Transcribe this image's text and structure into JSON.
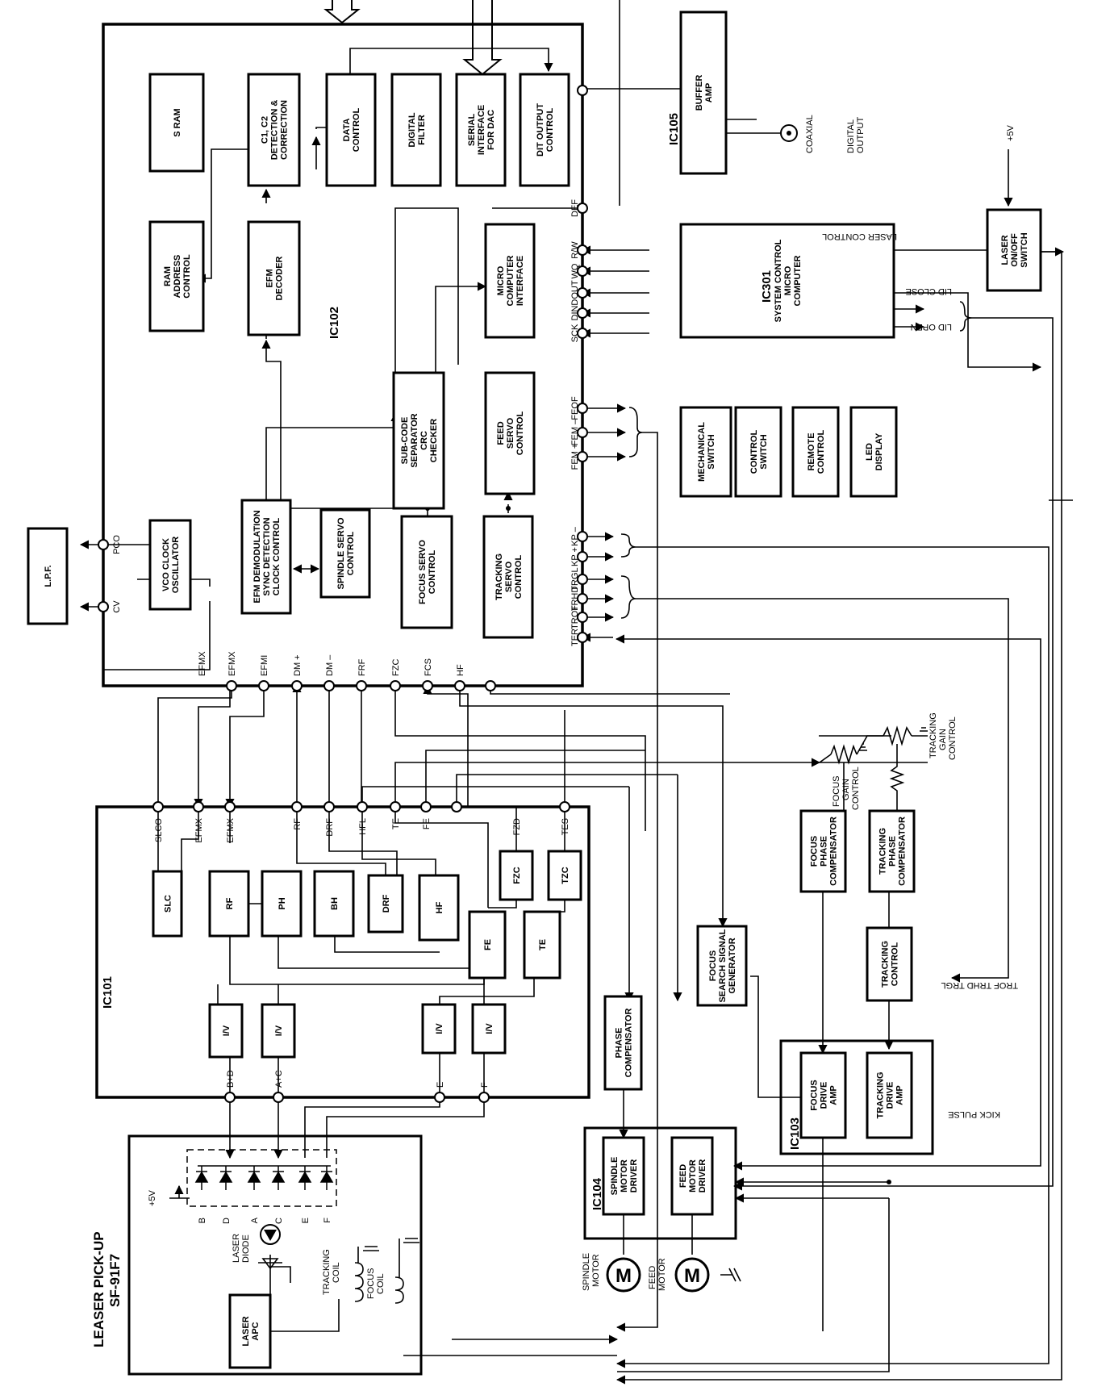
{
  "blocks": [
    {
      "id": "lpf",
      "lines": [
        "L.P.F."
      ]
    },
    {
      "id": "vco",
      "lines": [
        "VCO CLOCK",
        "OSCILLATOR"
      ]
    },
    {
      "id": "efm_demod",
      "lines": [
        "EFM DEMODULATION",
        "SYNC DETECTION",
        "CLOCK CONTROL"
      ]
    },
    {
      "id": "spindle_servo",
      "lines": [
        "SPINDLE SERVO",
        "CONTROL"
      ]
    },
    {
      "id": "focus_servo",
      "lines": [
        "FOCUS SERVO",
        "CONTROL"
      ]
    },
    {
      "id": "tracking_servo",
      "lines": [
        "TRACKING",
        "SERVO",
        "CONTROL"
      ]
    },
    {
      "id": "sram",
      "lines": [
        "S RAM"
      ]
    },
    {
      "id": "ram_addr",
      "lines": [
        "RAM",
        "ADDRESS",
        "CONTROL"
      ]
    },
    {
      "id": "c1c2",
      "lines": [
        "C1, C2",
        "DETECTION &",
        "CORRECTION"
      ]
    },
    {
      "id": "efm_dec",
      "lines": [
        "EFM",
        "DECODER"
      ]
    },
    {
      "id": "data_ctrl",
      "lines": [
        "DATA",
        "CONTROL"
      ]
    },
    {
      "id": "dig_filter",
      "lines": [
        "DIGITAL",
        "FILTER"
      ]
    },
    {
      "id": "serial_dac",
      "lines": [
        "SERIAL",
        "INTERFACE",
        "FOR DAC"
      ]
    },
    {
      "id": "dit",
      "lines": [
        "DIT OUTPUT",
        "CONTROL"
      ]
    },
    {
      "id": "subcode",
      "lines": [
        "SUB-CODE",
        "SEPARATOR",
        "CRC",
        "CHECKER"
      ]
    },
    {
      "id": "micro_if",
      "lines": [
        "MICRO",
        "COMPUTER",
        "INTERFACE"
      ]
    },
    {
      "id": "feed_servo",
      "lines": [
        "FEED",
        "SERVO",
        "CONTROL"
      ]
    },
    {
      "id": "buffer",
      "lines": [
        "BUFFER",
        "AMP"
      ]
    },
    {
      "id": "ic301",
      "lines": [
        "SYSTEM CONTROL",
        "MICRO",
        "COMPUTER"
      ]
    },
    {
      "id": "laser_sw",
      "lines": [
        "LASER",
        "ON/OFF",
        "SWITCH"
      ]
    },
    {
      "id": "mech_sw",
      "lines": [
        "MECHANICAL",
        "SWITCH"
      ]
    },
    {
      "id": "ctrl_sw",
      "lines": [
        "CONTROL",
        "SWITCH"
      ]
    },
    {
      "id": "remote",
      "lines": [
        "REMOTE",
        "CONTROL"
      ]
    },
    {
      "id": "led",
      "lines": [
        "LED",
        "DISPLAY"
      ]
    },
    {
      "id": "slc",
      "lines": [
        "SLC"
      ]
    },
    {
      "id": "rf",
      "lines": [
        "RF"
      ]
    },
    {
      "id": "ph",
      "lines": [
        "PH"
      ]
    },
    {
      "id": "bh",
      "lines": [
        "BH"
      ]
    },
    {
      "id": "drf",
      "lines": [
        "DRF"
      ]
    },
    {
      "id": "hf",
      "lines": [
        "HF"
      ]
    },
    {
      "id": "fzc",
      "lines": [
        "FZC"
      ]
    },
    {
      "id": "tzc",
      "lines": [
        "TZC"
      ]
    },
    {
      "id": "fe",
      "lines": [
        "FE"
      ]
    },
    {
      "id": "te",
      "lines": [
        "TE"
      ]
    },
    {
      "id": "iv1",
      "lines": [
        "I/V"
      ]
    },
    {
      "id": "iv2",
      "lines": [
        "I/V"
      ]
    },
    {
      "id": "iv3",
      "lines": [
        "I/V"
      ]
    },
    {
      "id": "iv4",
      "lines": [
        "I/V"
      ]
    },
    {
      "id": "phase_comp",
      "lines": [
        "PHASE",
        "COMPENSATOR"
      ]
    },
    {
      "id": "focus_search",
      "lines": [
        "FOCUS",
        "SEARCH SIGNAL",
        "GENERATOR"
      ]
    },
    {
      "id": "focus_phase",
      "lines": [
        "FOCUS",
        "PHASE",
        "COMPENSATOR"
      ]
    },
    {
      "id": "track_phase",
      "lines": [
        "TRACKING",
        "PHASE",
        "COMPENSATOR"
      ]
    },
    {
      "id": "track_ctrl",
      "lines": [
        "TRACKING",
        "CONTROL"
      ]
    },
    {
      "id": "focus_drive",
      "lines": [
        "FOCUS",
        "DRIVE",
        "AMP"
      ]
    },
    {
      "id": "track_drive",
      "lines": [
        "TRACKING",
        "DRIVE",
        "AMP"
      ]
    },
    {
      "id": "spindle_drv",
      "lines": [
        "SPINDLE",
        "MOTOR",
        "DRIVER"
      ]
    },
    {
      "id": "feed_drv",
      "lines": [
        "FEED",
        "MOTOR",
        "DRIVER"
      ]
    },
    {
      "id": "laser_apc",
      "lines": [
        "LASER",
        "APC"
      ]
    }
  ],
  "ic_labels": {
    "ic102": "IC102",
    "ic101": "IC101",
    "ic105": "IC105",
    "ic301": "IC301",
    "ic103": "IC103",
    "ic104": "IC104"
  },
  "pins": {
    "ic102_left": [
      "PCO",
      "CV"
    ],
    "ic102_bottom": [
      "EFMX",
      "EFMX",
      "EFMI",
      "DM +",
      "DM –",
      "FRF",
      "FZC",
      "FCS",
      "HF"
    ],
    "ic102_right_top": [
      "DEF"
    ],
    "ic102_right_mcu": [
      "R/W",
      "WQ",
      "DOUT",
      "DIN",
      "SCK"
    ],
    "ic102_right_feed": [
      "FEOF",
      "FEM –",
      "FEM +"
    ],
    "ic102_right_track": [
      "KP –",
      "KP +",
      "TRGL",
      "TRHD",
      "TROF",
      "TER"
    ],
    "ic101_top": [
      "SLCO",
      "EFMX",
      "EFMX",
      "RF",
      "DRF",
      "HFL",
      "TE",
      "FE",
      "FZD",
      "TES"
    ],
    "ic101_bottom": [
      "B+D",
      "A+C",
      "E",
      "F"
    ],
    "diodes": [
      "B",
      "D",
      "A",
      "C",
      "E",
      "F"
    ]
  },
  "labels": {
    "coaxial": "COAXIAL",
    "digital_output": [
      "DIGITAL",
      "OUTPUT"
    ],
    "plus5v": "+5V",
    "laser_control": "LASER CONTROL",
    "lid_close": "LID CLOSE",
    "lid_open": "LID OPEN",
    "tracking_gain": [
      "TRACKING",
      "GAIN",
      "CONTROL"
    ],
    "focus_gain": [
      "FOCUS",
      "GAIN",
      "CONTROL"
    ],
    "trof_trhd_trgl": "TROF TRHD TRGL",
    "kick_pulse": "KICK PULSE",
    "spindle_motor": [
      "SPINDLE",
      "MOTOR"
    ],
    "feed_motor": [
      "FEED",
      "MOTOR"
    ],
    "tracking_coil": [
      "TRACKING",
      "COIL"
    ],
    "focus_coil": [
      "FOCUS",
      "COIL"
    ],
    "laser_diode": [
      "LASER",
      "DIODE"
    ],
    "pickup_title": [
      "LEASER PICK-UP",
      "SF-91F7"
    ],
    "motor_symbol": "M"
  }
}
